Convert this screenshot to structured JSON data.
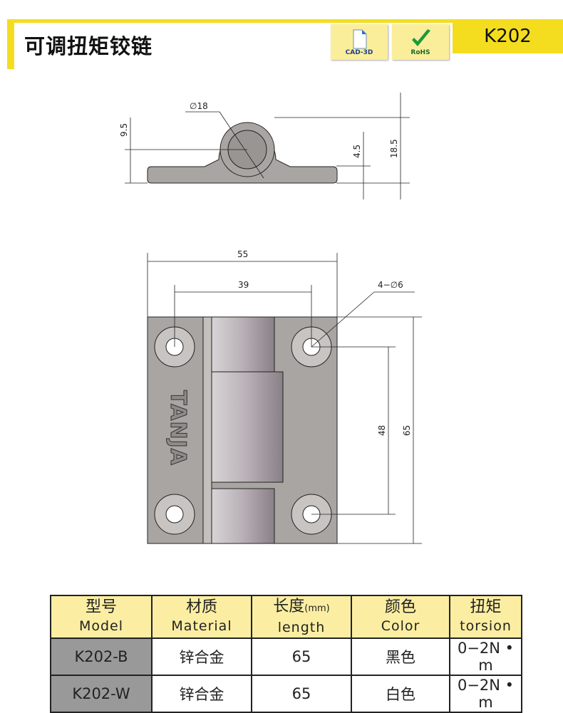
{
  "header": {
    "title": "可调扭矩铰链",
    "badges": [
      {
        "label": "CAD-3D",
        "icon": "document-icon"
      },
      {
        "label": "RoHS",
        "icon": "checkmark-icon"
      }
    ],
    "model": "K202"
  },
  "drawing": {
    "dims": {
      "diameter": "∅18",
      "h1": "9.5",
      "h2": "4.5",
      "h3": "18.5",
      "w1": "55",
      "w2": "39",
      "holes": "4−∅6",
      "v1": "48",
      "v2": "65"
    },
    "brand": "TANJA"
  },
  "table": {
    "headers": [
      {
        "cn": "型号",
        "en": "Model"
      },
      {
        "cn": "材质",
        "en": "Material"
      },
      {
        "cn": "长度",
        "en": "length",
        "unit": "(mm)"
      },
      {
        "cn": "颜色",
        "en": "Color"
      },
      {
        "cn": "扭矩",
        "en": "torsion"
      }
    ],
    "rows": [
      [
        "K202-B",
        "锌合金",
        "65",
        "黑色",
        "0−2N • m"
      ],
      [
        "K202-W",
        "锌合金",
        "65",
        "白色",
        "0−2N • m"
      ]
    ]
  }
}
